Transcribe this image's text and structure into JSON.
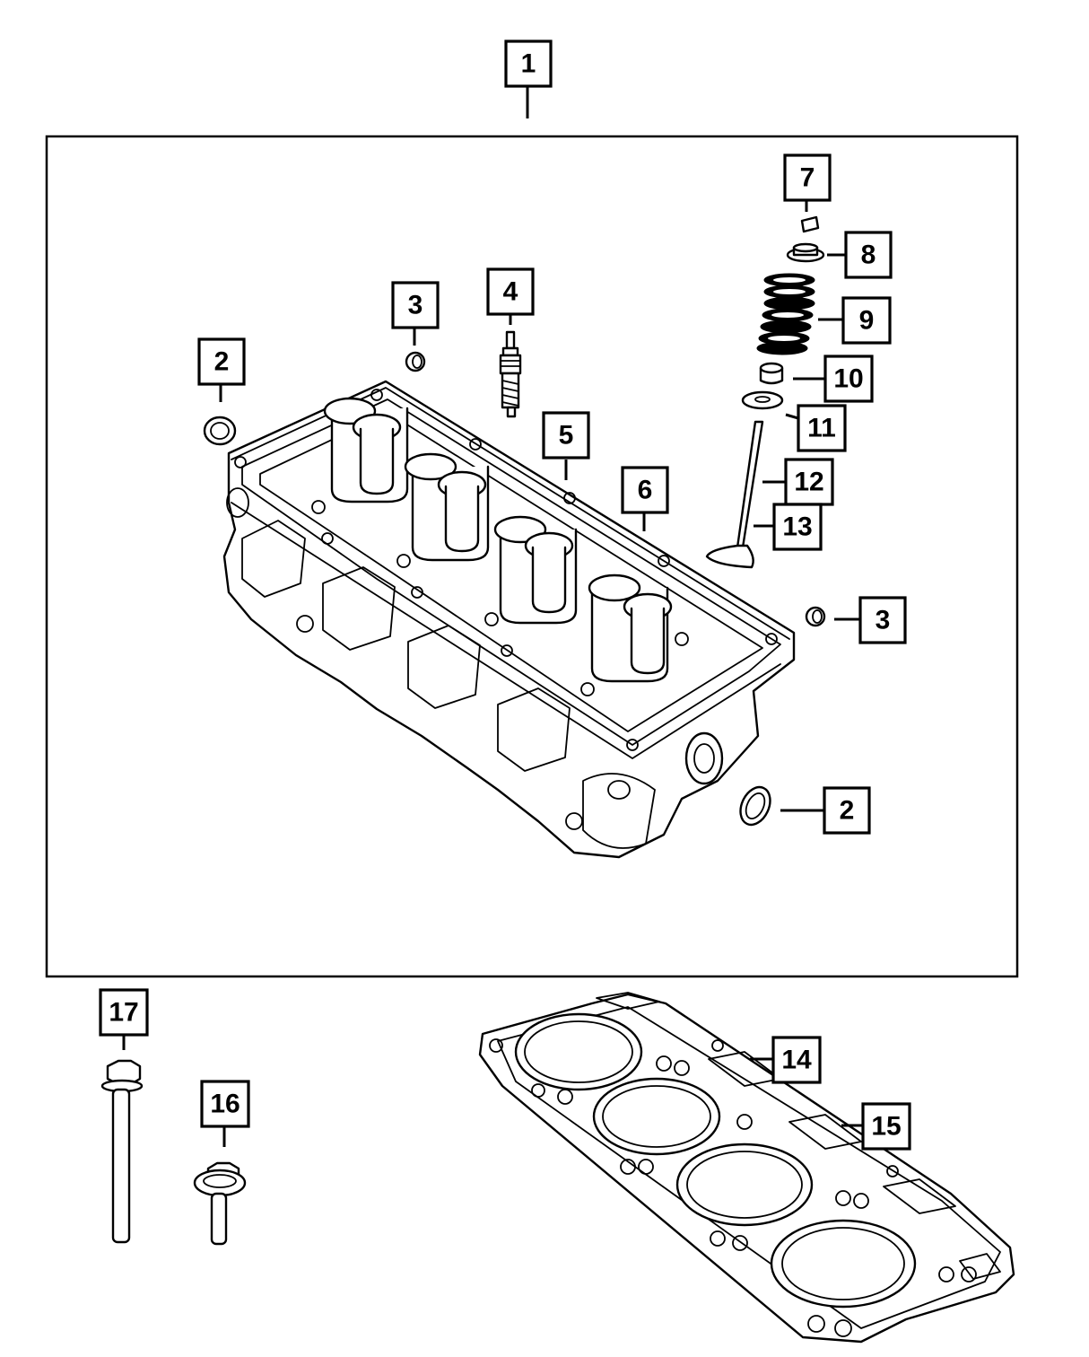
{
  "callouts": {
    "c1": "1",
    "c2a": "2",
    "c2b": "2",
    "c3a": "3",
    "c3b": "3",
    "c4": "4",
    "c5": "5",
    "c6": "6",
    "c7": "7",
    "c8": "8",
    "c9": "9",
    "c10": "10",
    "c11": "11",
    "c12": "12",
    "c13": "13",
    "c14": "14",
    "c15": "15",
    "c16": "16",
    "c17": "17"
  },
  "colors": {
    "line": "#000000",
    "background": "#ffffff"
  }
}
